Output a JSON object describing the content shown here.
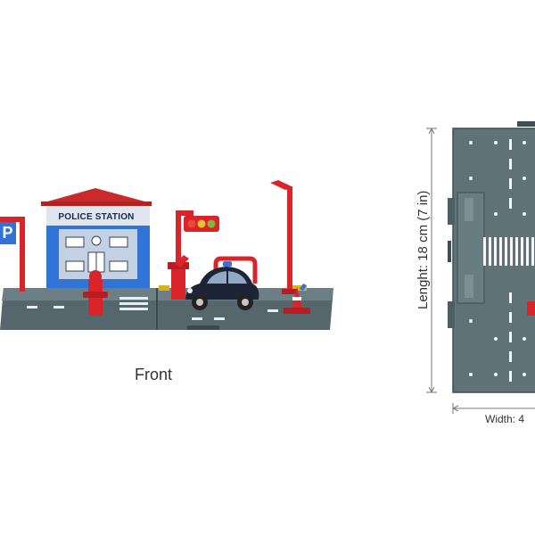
{
  "captions": {
    "front": "Front",
    "length": "Lenght: 18 cm (7 in)",
    "width": "Width: 4"
  },
  "signs": {
    "station": "POLICE STATION",
    "parking": "P"
  },
  "colors": {
    "background": "#ffffff",
    "baseplate": "#4f6166",
    "building_blue": "#2f74d6",
    "roof_red": "#cc2a2a",
    "accent_red": "#d8242a",
    "road_line": "#e8eef0",
    "car_body": "#1d2436"
  }
}
